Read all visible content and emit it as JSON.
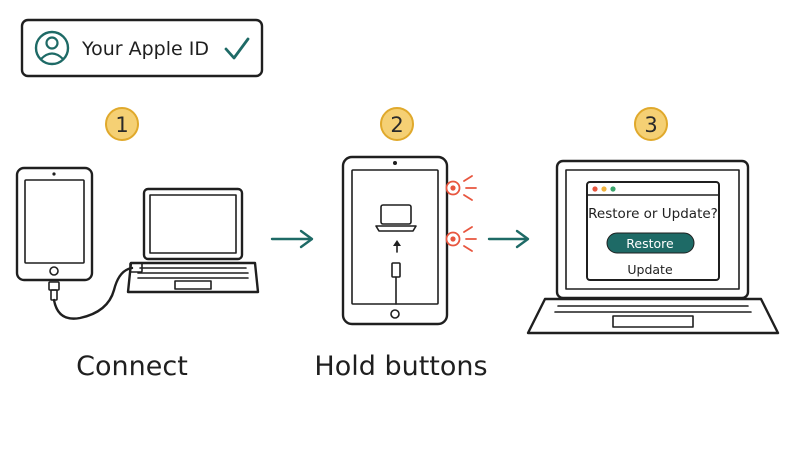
{
  "apple_id": {
    "label": "Your Apple ID",
    "icon": "user-circle-icon",
    "status_icon": "checkmark-icon"
  },
  "steps": [
    {
      "number": "1",
      "caption": "Connect"
    },
    {
      "number": "2",
      "caption": "Hold buttons"
    },
    {
      "number": "3",
      "caption": ""
    }
  ],
  "dialog": {
    "title": "Restore or Update?",
    "primary_button": "Restore",
    "secondary_link": "Update"
  },
  "colors": {
    "accent": "#1e6a66",
    "badge_fill": "#f5d074",
    "badge_stroke": "#e0a92c",
    "alert": "#e8563f",
    "window_dot_red": "#e8563f",
    "window_dot_yellow": "#f0b23c",
    "window_dot_green": "#3aa66c"
  }
}
